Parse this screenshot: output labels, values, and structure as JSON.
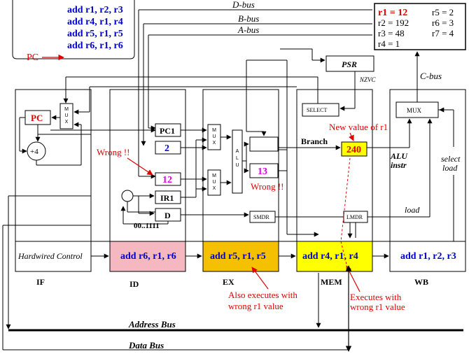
{
  "program": {
    "instructions": [
      "add r1, r2, r3",
      "add r4, r1, r4",
      "add r5, r1, r5",
      "add r6, r1, r6"
    ],
    "pc_label": "PC"
  },
  "registers": {
    "col1": [
      "r1 = 12",
      "r2 = 192",
      "r3 = 48",
      "r4 = 1"
    ],
    "col2": [
      "r5 = 2",
      "r6 = 3",
      "r7 = 4"
    ]
  },
  "buses": {
    "d_bus": "D-bus",
    "b_bus": "B-bus",
    "a_bus": "A-bus",
    "c_bus": "C-bus",
    "address_bus": "Address Bus",
    "data_bus": "Data Bus"
  },
  "psr": {
    "label": "PSR",
    "flags": "NZVC"
  },
  "stages": {
    "if": "IF",
    "id": "ID",
    "ex": "EX",
    "mem": "MEM",
    "wb": "WB"
  },
  "stage_instructions": {
    "id": "add r6, r1, r6",
    "ex": "add r5, r1, r5",
    "mem": "add r4, r1, r4",
    "wb": "add r1, r2, r3"
  },
  "control": {
    "hardwired": "Hardwired Control"
  },
  "components": {
    "pc": "PC",
    "plus4": "+4",
    "mux_text": "M\nU\nX",
    "alu_text": "A\nL\nU",
    "pc1": "PC1",
    "ir1": "IR1",
    "d": "D",
    "smdr": "SMDR",
    "lmdr": "LMDR",
    "select": "SELECT",
    "mux_wide": "MUX",
    "imm": "00..1111"
  },
  "values": {
    "id_top": "2",
    "id_mid": "12",
    "ex_result": "13",
    "mem_result": "240"
  },
  "labels": {
    "branch": "Branch",
    "alu_instr": [
      "ALU",
      "instr"
    ],
    "select_load": [
      "select",
      "load"
    ],
    "load": "load",
    "new_r1": "New value of r1",
    "wrong1": "Wrong !!",
    "wrong2": "Wrong !!",
    "also_exec": [
      "Also executes with",
      "wrong r1 value"
    ],
    "exec_with": [
      "Executes with",
      "wrong r1 value"
    ]
  },
  "colors": {
    "red": "#e00000",
    "blue": "#0000cc",
    "magenta": "#e000e0",
    "pink": "#f5b8c0",
    "orange": "#f5c000",
    "yellow": "#ffff00"
  }
}
